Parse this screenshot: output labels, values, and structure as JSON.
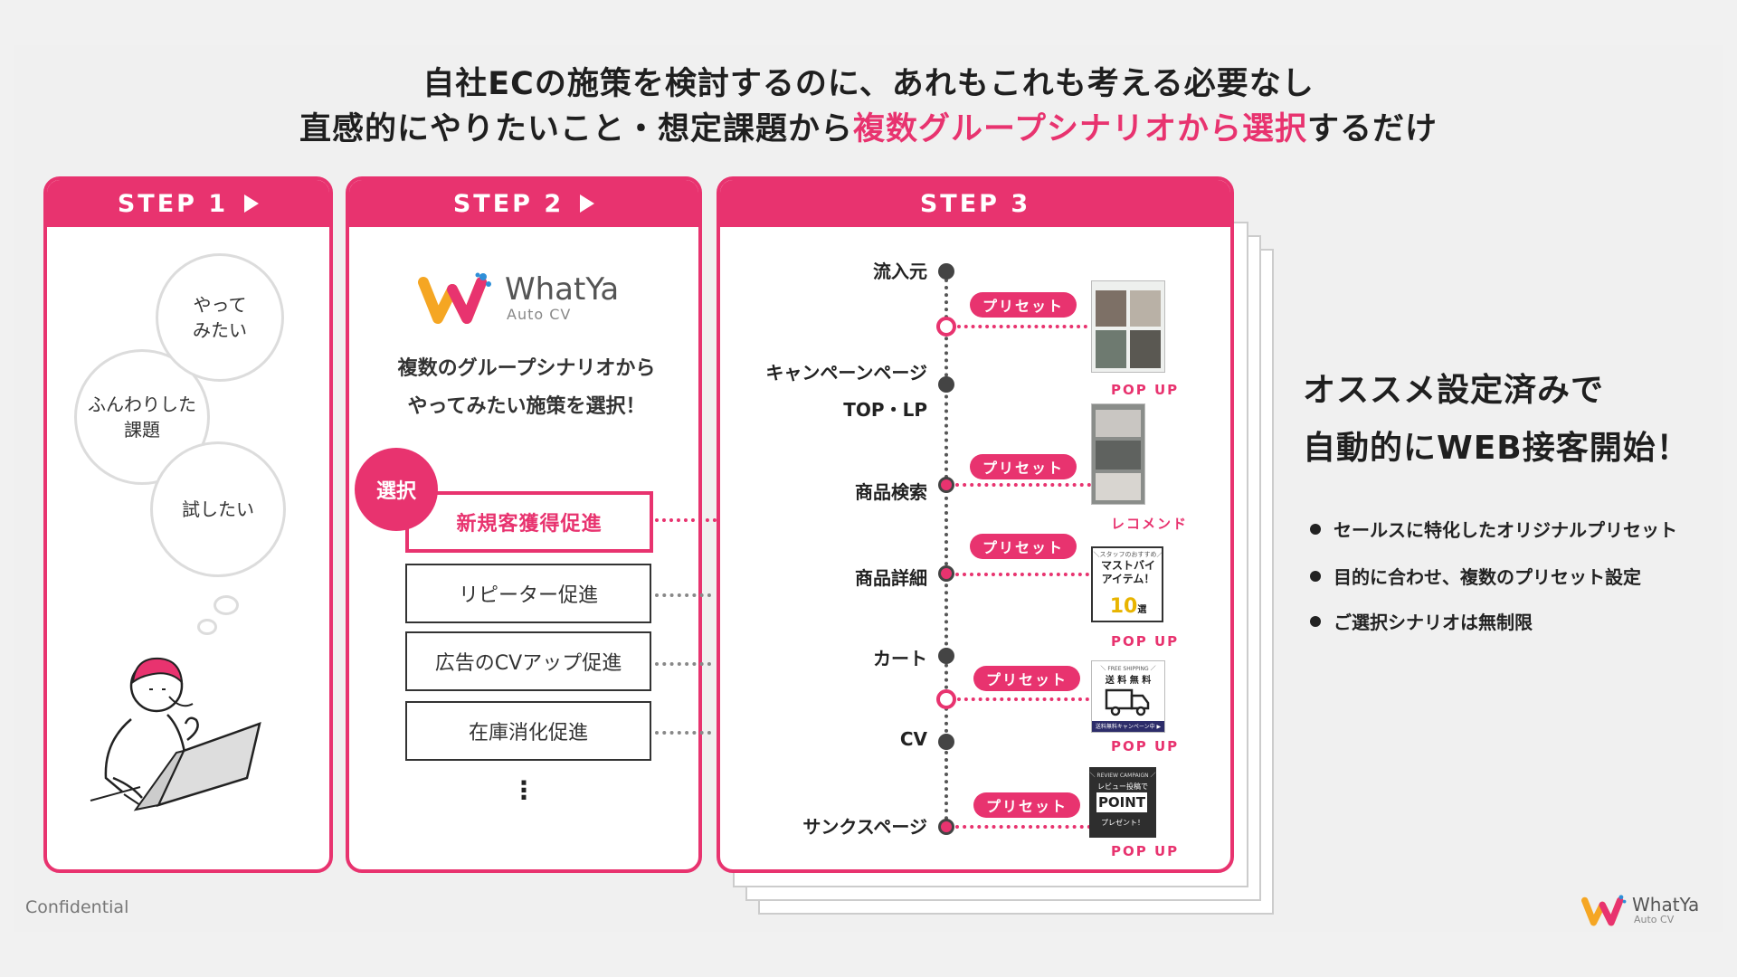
{
  "headline": {
    "line1": "自社ECの施策を検討するのに、あれもこれも考える必要なし",
    "line2_prefix": "直感的にやりたいこと・想定課題から",
    "line2_highlight": "複数グループシナリオから選択",
    "line2_suffix": "するだけ"
  },
  "step1": {
    "header": "STEP 1",
    "bubbles": [
      "やって\nみたい",
      "ふんわりした\n課題",
      "試したい"
    ]
  },
  "step2": {
    "header": "STEP 2",
    "logo_name": "WhatYa",
    "logo_sub": "Auto CV",
    "message_line1": "複数のグループシナリオから",
    "message_line2": "やってみたい施策を選択！",
    "badge": "選択",
    "selected_option": "新規客獲得促進",
    "options": [
      "リピーター促進",
      "広告のCVアップ促進",
      "在庫消化促進"
    ],
    "more": "⋮"
  },
  "step3": {
    "header": "STEP 3",
    "stages": [
      "流入元",
      "キャンペーンページ",
      "TOP・LP",
      "商品検索",
      "商品詳細",
      "カート",
      "CV",
      "サンクスページ"
    ],
    "preset_label": "プリセット",
    "captions": [
      "POP UP",
      "レコメンド",
      "POP UP",
      "POP UP",
      "POP UP"
    ],
    "thumb_texts": {
      "detail_small": "＼スタッフのおすすめ／",
      "detail_main": "マストバイ\nアイテム！",
      "detail_num": "10",
      "detail_unit": "選",
      "cart_small": "＼ FREE SHIPPING ／",
      "cart_main": "送 料 無 料",
      "cart_bottom": "送料無料キャンペーン中 ▶",
      "thanks_small": "＼ REVIEW CAMPAIGN ／",
      "thanks_line1": "レビュー投稿で",
      "thanks_point": "POINT",
      "thanks_line2": "プレゼント！"
    }
  },
  "right": {
    "title_line1": "オススメ設定済みで",
    "title_line2": "自動的にWEB接客開始！",
    "bullets": [
      "セールスに特化したオリジナルプリセット",
      "目的に合わせ、複数のプリセット設定",
      "ご選択シナリオは無制限"
    ]
  },
  "footer": {
    "confidential": "Confidential",
    "logo_name": "WhatYa",
    "logo_sub": "Auto CV"
  },
  "colors": {
    "accent": "#e8336f",
    "logo_orange": "#f5a623",
    "logo_blue": "#2f8fd8"
  }
}
